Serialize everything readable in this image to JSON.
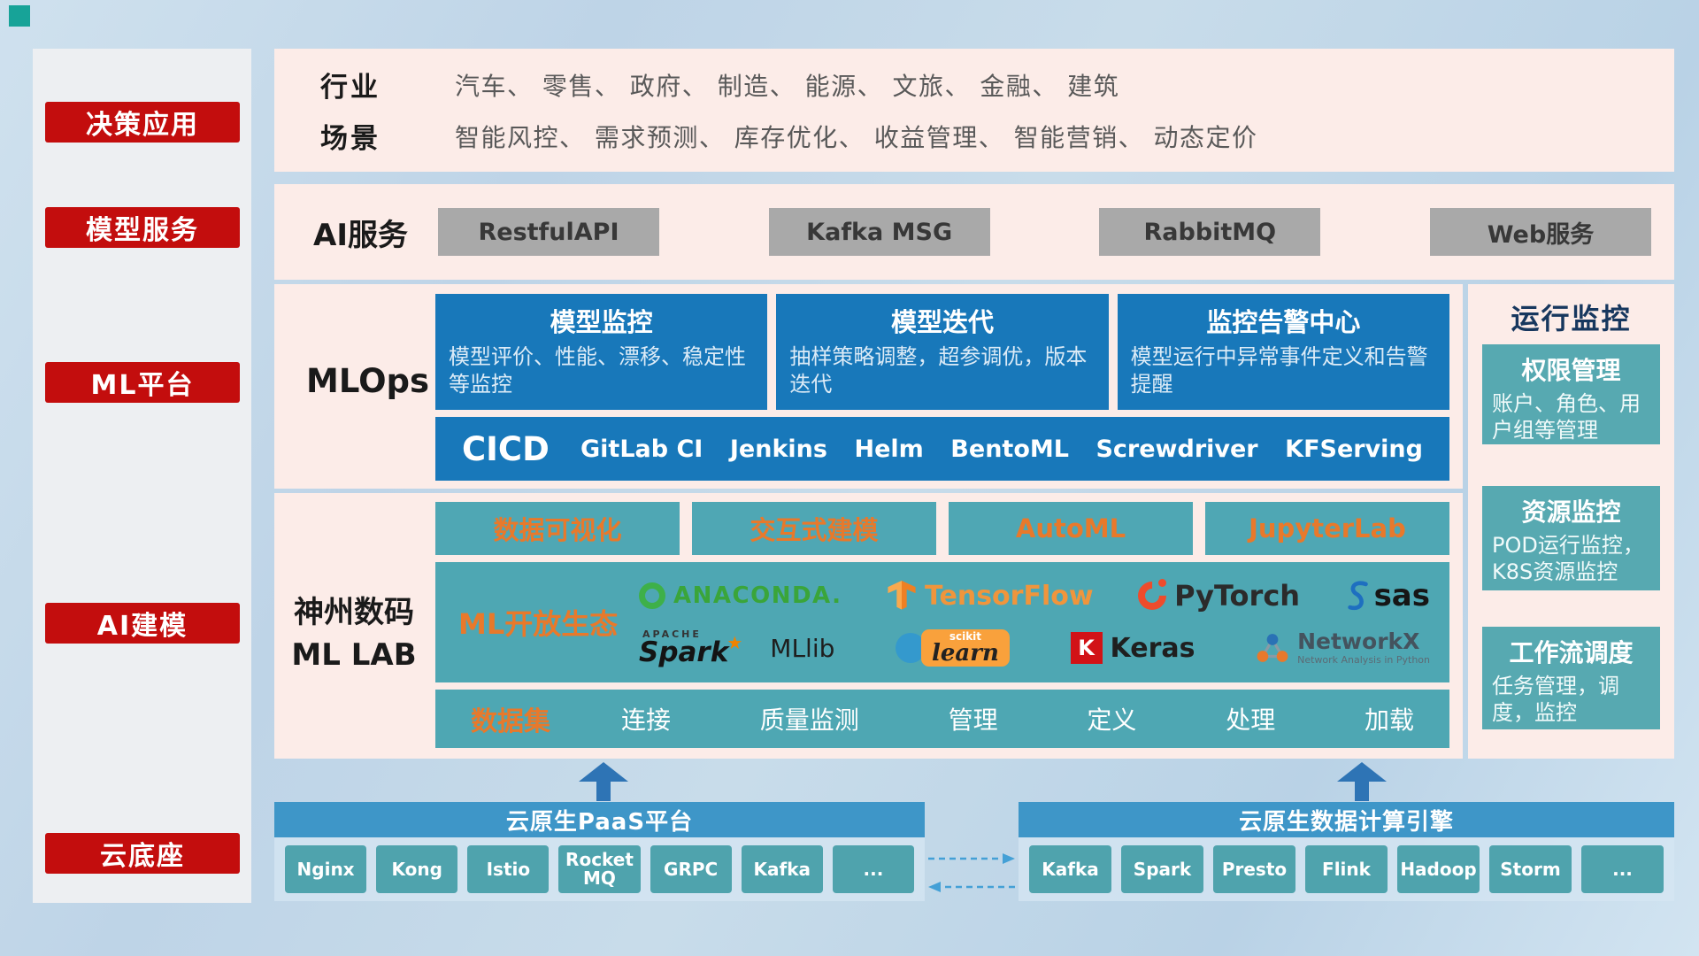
{
  "colors": {
    "accent_red": "#c30d0d",
    "panel_pink": "#fcece8",
    "deep_blue": "#1878ba",
    "teal": "#4fa7b4",
    "orange": "#e8792b",
    "bar_blue": "#3e96c8",
    "arrow_blue": "#2e74b5",
    "gray_button": "#a9a9a9"
  },
  "icons": {
    "spark_star": "★",
    "keras_letter": "K"
  },
  "sidebar": {
    "items": [
      {
        "label": "决策应用"
      },
      {
        "label": "模型服务"
      },
      {
        "label": "ML平台"
      },
      {
        "label": "AI建模"
      },
      {
        "label": "云底座"
      }
    ]
  },
  "industry": {
    "row1_label": "行业",
    "row1_text": "汽车、 零售、 政府、 制造、 能源、 文旅、 金融、 建筑",
    "row2_label": "场景",
    "row2_text": "智能风控、 需求预测、 库存优化、 收益管理、 智能营销、 动态定价"
  },
  "ai_service": {
    "label": "AI服务",
    "items": [
      "RestfulAPI",
      "Kafka MSG",
      "RabbitMQ",
      "Web服务"
    ]
  },
  "mlops": {
    "label": "MLOps",
    "cards": [
      {
        "title": "模型监控",
        "desc": "模型评价、性能、漂移、稳定性等监控"
      },
      {
        "title": "模型迭代",
        "desc": "抽样策略调整，超参调优，版本迭代"
      },
      {
        "title": "监控告警中心",
        "desc": "模型运行中异常事件定义和告警提醒"
      }
    ],
    "cicd_label": "CICD",
    "cicd_items": [
      "GitLab CI",
      "Jenkins",
      "Helm",
      "BentoML",
      "Screwdriver",
      "KFServing"
    ]
  },
  "mllab": {
    "label_line1": "神州数码",
    "label_line2": "ML LAB",
    "tools": [
      "数据可视化",
      "交互式建模",
      "AutoML",
      "JupyterLab"
    ],
    "eco_label": "ML开放生态",
    "logos": {
      "anaconda": "ANACONDA.",
      "tensorflow": "TensorFlow",
      "pytorch": "PyTorch",
      "sas": "sas",
      "spark_sup": "APACHE",
      "spark": "Spark",
      "mllib": "MLlib",
      "sklearn_sup": "scikit",
      "sklearn": "learn",
      "keras": "Keras",
      "networkx": "NetworkX",
      "networkx_sub": "Network Analysis in Python"
    },
    "dataset_label": "数据集",
    "dataset_items": [
      "连接",
      "质量监测",
      "管理",
      "定义",
      "处理",
      "加载"
    ]
  },
  "monitor": {
    "title": "运行监控",
    "cards": [
      {
        "title": "权限管理",
        "desc": "账户、角色、用户组等管理"
      },
      {
        "title": "资源监控",
        "desc": "POD运行监控，K8S资源监控"
      },
      {
        "title": "工作流调度",
        "desc": "任务管理，调度，监控"
      }
    ]
  },
  "paas": {
    "title": "云原生PaaS平台",
    "items": [
      "Nginx",
      "Kong",
      "Istio",
      "RocketMQ",
      "GRPC",
      "Kafka",
      "..."
    ]
  },
  "engine": {
    "title": "云原生数据计算引擎",
    "items": [
      "Kafka",
      "Spark",
      "Presto",
      "Flink",
      "Hadoop",
      "Storm",
      "..."
    ]
  }
}
